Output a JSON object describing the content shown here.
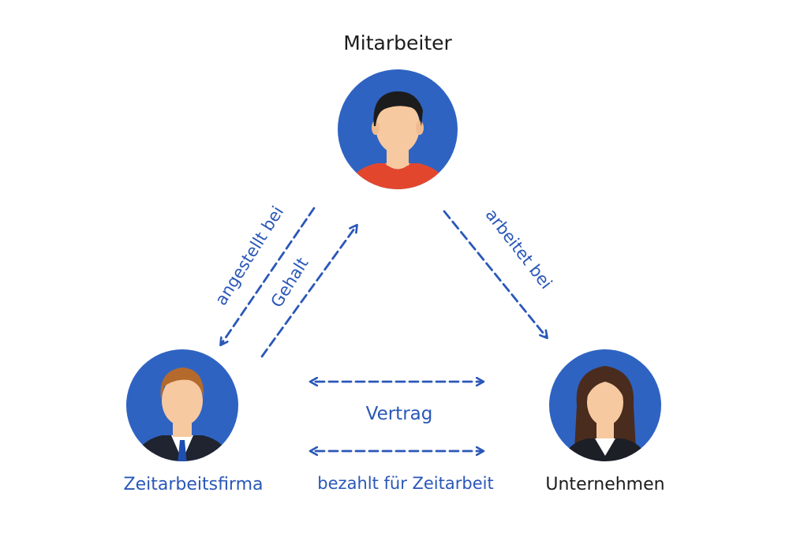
{
  "nodes": {
    "employee": {
      "label": "Mitarbeiter"
    },
    "agency": {
      "label": "Zeitarbeitsfirma"
    },
    "company": {
      "label": "Unternehmen"
    }
  },
  "edges": {
    "employed_at": "angestellt bei",
    "salary": "Gehalt",
    "works_at": "arbeitet bei",
    "contract": "Vertrag",
    "pays": "bezahlt für Zeitarbeit"
  },
  "colors": {
    "circle_fill": "#2f63c2",
    "arrow": "#2a57b8",
    "label_blue": "#2a57b8",
    "label_dark": "#1c1c1c",
    "skin": "#f6c9a0",
    "employee_shirt": "#e2472e",
    "agency_suit": "#1f2430",
    "agency_tie": "#1e4fb0",
    "agency_hair": "#b46a2c",
    "company_hair": "#4a2c1e",
    "company_jacket": "#1d1f26"
  }
}
